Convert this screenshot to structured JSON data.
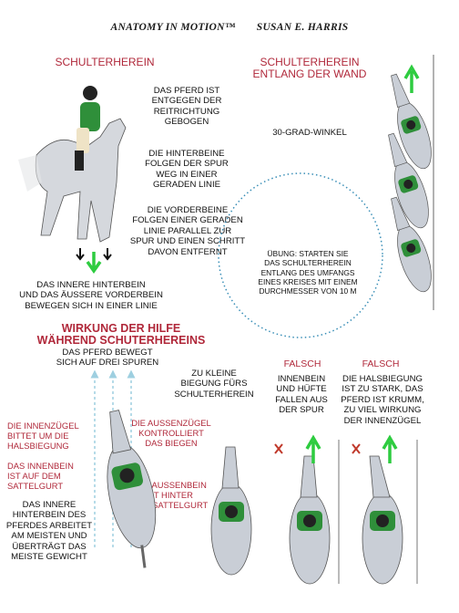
{
  "header": {
    "series": "ANATOMY IN MOTION™",
    "author": "SUSAN E. HARRIS"
  },
  "sections": {
    "shoulder_in_title": "SCHULTERHEREIN",
    "shoulder_in_wall_title_line1": "SCHULTERHEREIN",
    "shoulder_in_wall_title_line2": "ENTLANG DER WAND",
    "aids_title_line1": "WIRKUNG DER HILFE",
    "aids_title_line2": "WÄHREND SCHUTERHEREINS",
    "wrong1": "FALSCH",
    "wrong2": "FALSCH"
  },
  "notes": {
    "bent": [
      "DAS PFERD IST",
      "ENTGEGEN DER",
      "REITRICHTUNG",
      "GEBOGEN"
    ],
    "hind_track": [
      "DIE HINTERBEINE",
      "FOLGEN DER SPUR",
      "WEG IN EINER",
      "GERADEN LINIE"
    ],
    "fore_parallel": [
      "DIE VORDERBEINE",
      "FOLGEN EINER GERADEN",
      "LINIE PARALLEL ZUR",
      "SPUR UND EINEN SCHRITT",
      "DAVON ENTFERNT"
    ],
    "one_line": [
      "DAS INNERE HINTERBEIN",
      "UND DAS ÄUSSERE VORDERBEIN",
      "BEWEGEN SICH IN EINER LINIE"
    ],
    "angle": "30-GRAD-WINKEL",
    "exercise": [
      "ÜBUNG: STARTEN SIE",
      "DAS SCHULTERHEREIN",
      "ENTLANG DES UMFANGS",
      "EINES KREISES MIT EINEM",
      "DURCHMESSER VON 10 M"
    ],
    "three_tracks": [
      "DAS PFERD BEWEGT",
      "SICH AUF DREI SPUREN"
    ],
    "too_little": [
      "ZU KLEINE",
      "BIEGUNG FÜRS",
      "SCHULTERHEREIN"
    ],
    "inner_leg_falls": [
      "INNENBEIN",
      "UND HÜFTE",
      "FALLEN AUS",
      "DER SPUR"
    ],
    "neck_too_strong": [
      "DIE HALSBIEGUNG",
      "IST ZU STARK, DAS",
      "PFERD IST KRUMM,",
      "ZU VIEL WIRKUNG",
      "DER INNENZÜGEL"
    ],
    "inner_rein": [
      "DIE INNENZÜGEL",
      "BITTET UM DIE",
      "HALSBIEGUNG"
    ],
    "inner_leg_girth": [
      "DAS INNENBEIN",
      "IST AUF DEM",
      "SATTELGURT"
    ],
    "outer_rein": [
      "DIE AUSSENZÜGEL",
      "KONTROLLIERT",
      "DAS BIEGEN"
    ],
    "outer_leg": [
      "DAS AUSSENBEIN",
      "IST HINTER",
      "DEM SATTELGURT"
    ],
    "inner_hind": [
      "DAS INNERE",
      "HINTERBEIN DES",
      "PFERDES ARBEITET",
      "AM MEISTEN UND",
      "ÜBERTRÄGT DAS",
      "MEISTE GEWICHT"
    ]
  },
  "colors": {
    "title_red": "#b0283a",
    "arrow_green": "#2ecc40",
    "arrow_black": "#111111",
    "circle_dotted": "#3a8fb7",
    "track_blue": "#9ecfe0",
    "horse_grey": "#c9ced6",
    "rider_green": "#2f8f3a",
    "wrong_x": "#c0392b"
  },
  "icons": {
    "direction_arrow": "green-up-arrow",
    "wrong_mark": "red-x",
    "horse_illustration": "horse-with-rider"
  }
}
